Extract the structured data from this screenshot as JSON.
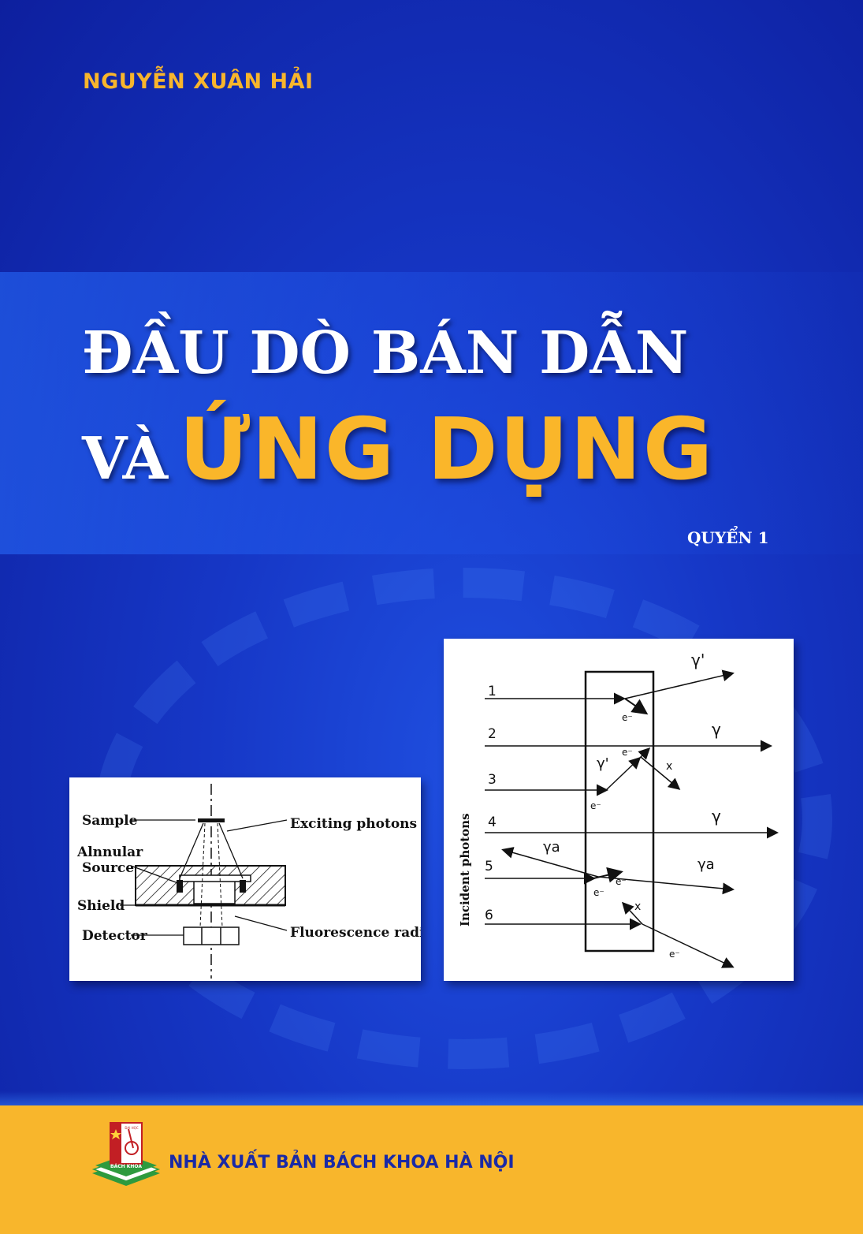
{
  "cover": {
    "author": "NGUYỄN XUÂN HẢI",
    "title_line1": "ĐẦU DÒ BÁN DẪN",
    "title_line2_prefix": "VÀ",
    "title_line2_highlight": "ỨNG DỤNG",
    "volume": "QUYỂN 1",
    "publisher": "NHÀ XUẤT BẢN BÁCH KHOA HÀ NỘI",
    "colors": {
      "background": "#1637c6",
      "accent": "#f8b52c",
      "publisher_text": "#1a2aa6"
    }
  },
  "figure_left": {
    "labels": {
      "sample": "Sample",
      "annular_1": "Alnnular",
      "annular_2": "Source",
      "shield": "Shield",
      "detector": "Detector",
      "exciting": "Exciting photons",
      "fluorescence": "Fluorescence radiation"
    }
  },
  "figure_right": {
    "axis_label": "Incident photons",
    "rows": [
      "1",
      "2",
      "3",
      "4",
      "5",
      "6"
    ],
    "labels": {
      "gamma_prime_top": "γ'",
      "gamma_2": "γ",
      "gamma_prime_3": "γ'",
      "gamma_4": "γ",
      "gamma_a_left": "γa",
      "gamma_a_right": "γa",
      "x_3": "x",
      "x_6": "x",
      "e1": "e⁻",
      "e3a": "e⁻",
      "e3b": "e⁻",
      "e5a": "e⁻",
      "e5b": "e⁻",
      "e6": "e⁻"
    }
  },
  "logo": {
    "caption_top": "ĐẠI HỌC",
    "caption_bottom": "BÁCH KHOA"
  }
}
